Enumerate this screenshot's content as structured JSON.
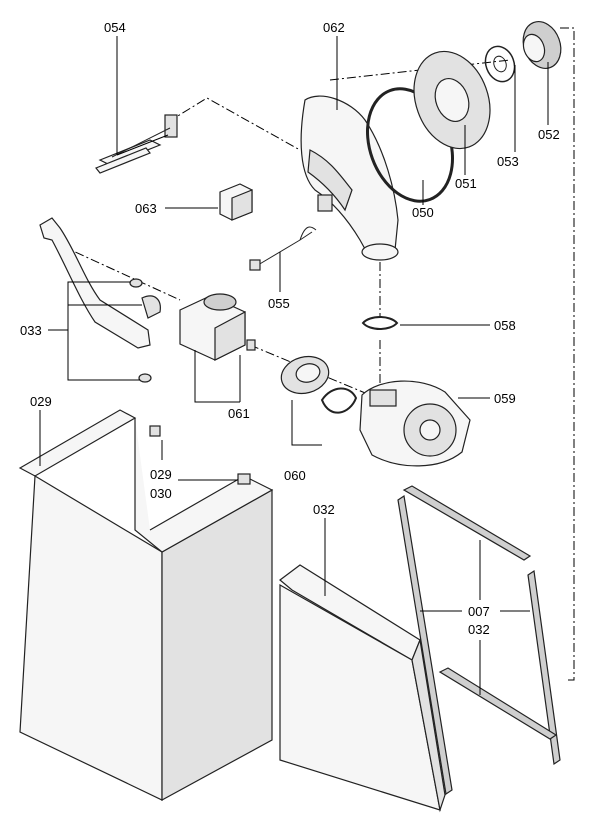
{
  "labels": {
    "p054": "054",
    "p062": "062",
    "p063": "063",
    "p050": "050",
    "p051": "051",
    "p052": "052",
    "p053": "053",
    "p055": "055",
    "p058": "058",
    "p033": "033",
    "p061": "061",
    "p059": "059",
    "p060": "060",
    "p029a": "029",
    "p029b": "029",
    "p030": "030",
    "p032a": "032",
    "p007": "007",
    "p032b": "032"
  }
}
